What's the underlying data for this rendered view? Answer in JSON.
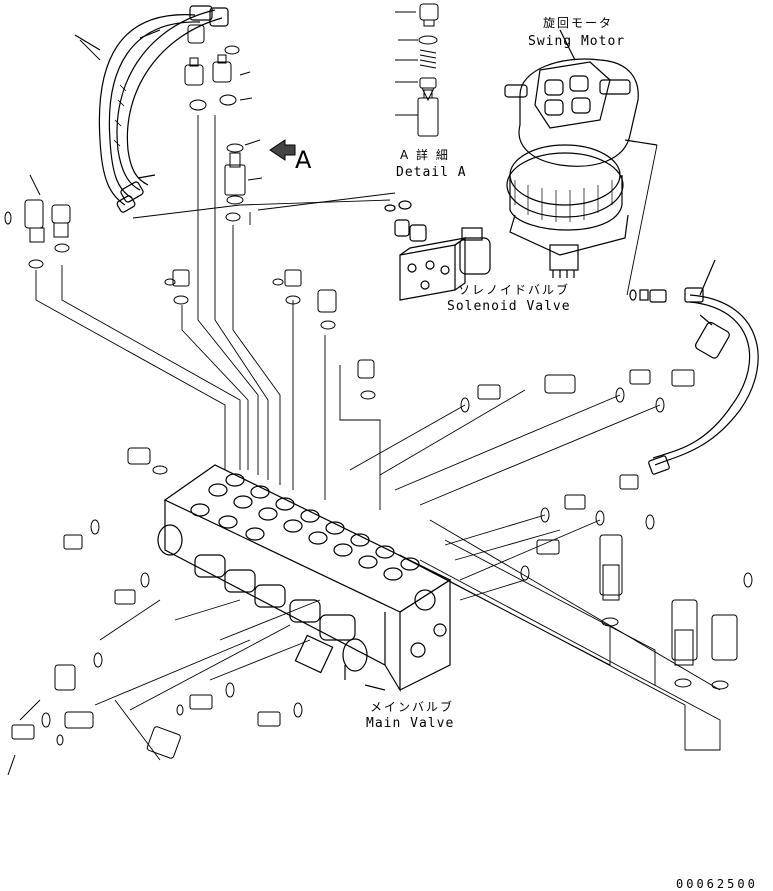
{
  "labels": {
    "swing_motor_jp": "旋回モータ",
    "swing_motor_en": "Swing Motor",
    "detail_jp": "A 詳 細",
    "detail_en": "Detail A",
    "view_letter": "A",
    "solenoid_jp": "ソレノイドバルブ",
    "solenoid_en": "Solenoid Valve",
    "main_valve_jp": "メインバルブ",
    "main_valve_en": "Main Valve",
    "drawing_number": "00062500"
  },
  "components": [
    "swing-motor",
    "solenoid-valve",
    "main-valve",
    "detail-a-fitting",
    "hose-assembly-left",
    "hose-assembly-right"
  ]
}
